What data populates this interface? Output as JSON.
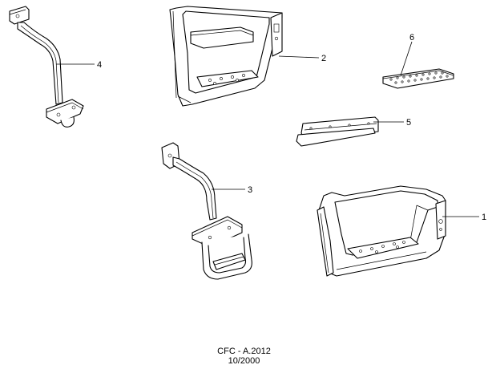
{
  "callouts": {
    "c1": "1",
    "c2": "2",
    "c3": "3",
    "c4": "4",
    "c5": "5",
    "c6": "6"
  },
  "footer": {
    "code": "CFC - A.2012",
    "date": "10/2000"
  },
  "parts": {
    "p1": "step-well-right",
    "p2": "step-well-left",
    "p3": "step-bracket-with-tread",
    "p4": "step-bracket",
    "p5": "trim-strip",
    "p6": "perforated-tread-plate"
  }
}
